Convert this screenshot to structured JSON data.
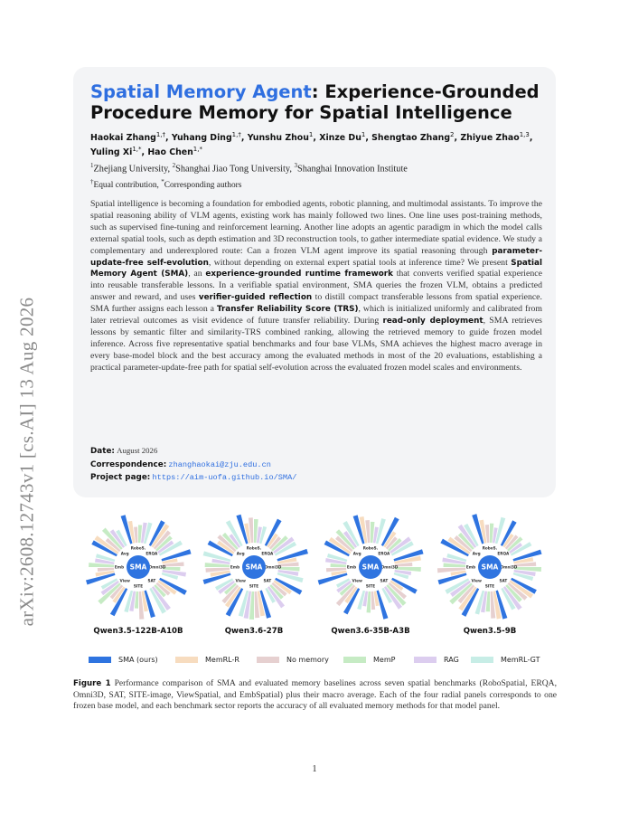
{
  "arxiv_stamp": "arXiv:2608.12743v1  [cs.AI]  13 Aug 2026",
  "title_accent": "Spatial Memory Agent",
  "title_rest": ": Experience-Grounded Procedure Memory for Spatial Intelligence",
  "authors": [
    {
      "name": "Haokai Zhang",
      "sup": "1,†"
    },
    {
      "name": "Yuhang Ding",
      "sup": "1,†"
    },
    {
      "name": "Yunshu Zhou",
      "sup": "1"
    },
    {
      "name": "Xinze Du",
      "sup": "1"
    },
    {
      "name": "Shengtao Zhang",
      "sup": "2"
    },
    {
      "name": "Zhiyue Zhao",
      "sup": "1,3"
    },
    {
      "name": "Yuling Xi",
      "sup": "1,*"
    },
    {
      "name": "Hao Chen",
      "sup": "1,*"
    }
  ],
  "affiliations": {
    "a1": "Zhejiang University,",
    "a2": "Shanghai Jiao Tong University,",
    "a3": "Shanghai Innovation Institute",
    "note_equal": "Equal contribution,",
    "note_corr": "Corresponding authors"
  },
  "abstract": {
    "p1": "Spatial intelligence is becoming a foundation for embodied agents, robotic planning, and multimodal assistants. To improve the spatial reasoning ability of VLM agents, existing work has mainly followed two lines. One line uses post-training methods, such as supervised fine-tuning and reinforcement learning. Another line adopts an agentic paradigm in which the model calls external spatial tools, such as depth estimation and 3D reconstruction tools, to gather intermediate spatial evidence. We study a complementary and underexplored route: Can a frozen VLM agent improve its spatial reasoning through ",
    "b1": "parameter-update-free self-evolution",
    "p2": ", without depending on external expert spatial tools at inference time? We present ",
    "b2": "Spatial Memory Agent (SMA)",
    "p3": ", an ",
    "b3": "experience-grounded runtime framework",
    "p4": " that converts verified spatial experience into reusable transferable lessons. In a verifiable spatial environment, SMA queries the frozen VLM, obtains a predicted answer and reward, and uses ",
    "b4": "verifier-guided reflection",
    "p5": " to distill compact transferable lessons from spatial experience. SMA further assigns each lesson a ",
    "b5": "Transfer Reliability Score (TRS)",
    "p6": ", which is initialized uniformly and calibrated from later retrieval outcomes as visit evidence of future transfer reliability. During ",
    "b6": "read-only deployment",
    "p7": ", SMA retrieves lessons by semantic filter and similarity-TRS combined ranking, allowing the retrieved memory to guide frozen model inference. Across five representative spatial benchmarks and four base VLMs, SMA achieves the highest macro average in every base-model block and the best accuracy among the evaluated methods in most of the 20 evaluations, establishing a practical parameter-update-free path for spatial self-evolution across the evaluated frozen model scales and environments."
  },
  "meta": {
    "date_label": "Date:",
    "date_value": "August 2026",
    "corr_label": "Correspondence:",
    "corr_value": "zhanghaokai@zju.edu.cn",
    "proj_label": "Project page:",
    "proj_value": "https://aim-uofa.github.io/SMA/"
  },
  "figure": {
    "center_label": "SMA",
    "sector_labels": [
      "RoboS.",
      "ERQA",
      "Omni3D",
      "SAT",
      "SITE",
      "View",
      "Emb",
      "Avg"
    ],
    "panels": [
      "Qwen3.5-122B-A10B",
      "Qwen3.6-27B",
      "Qwen3.6-35B-A3B",
      "Qwen3.5-9B"
    ],
    "legend": [
      {
        "label": "SMA (ours)",
        "color": "#2f74e0"
      },
      {
        "label": "MemRL-R",
        "color": "#f7dcbf"
      },
      {
        "label": "No memory",
        "color": "#e6d0d0"
      },
      {
        "label": "MemP",
        "color": "#c6ebc4"
      },
      {
        "label": "RAG",
        "color": "#dccdef"
      },
      {
        "label": "MemRL-GT",
        "color": "#c7ede6"
      }
    ]
  },
  "caption": {
    "label": "Figure 1",
    "text": "Performance comparison of SMA and evaluated memory baselines across seven spatial benchmarks (RoboSpatial, ERQA, Omni3D, SAT, SITE-image, ViewSpatial, and EmbSpatial) plus their macro average. Each of the four radial panels corresponds to one frozen base model, and each benchmark sector reports the accuracy of all evaluated memory methods for that model panel."
  },
  "page_number": "1"
}
